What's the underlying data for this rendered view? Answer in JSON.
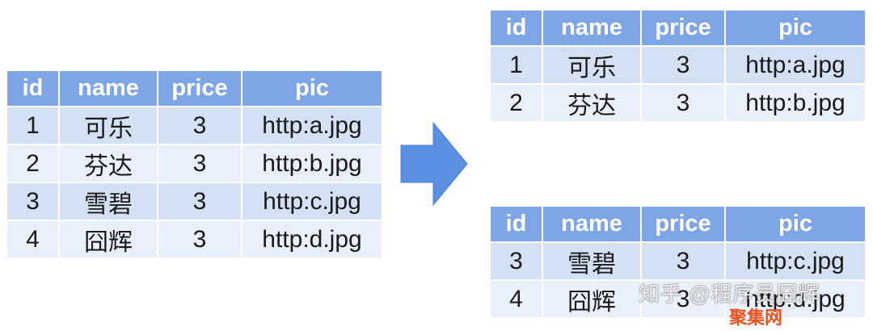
{
  "headers": [
    "id",
    "name",
    "price",
    "pic"
  ],
  "left_table": {
    "rows": [
      {
        "id": "1",
        "name": "可乐",
        "price": "3",
        "pic": "http:a.jpg"
      },
      {
        "id": "2",
        "name": "芬达",
        "price": "3",
        "pic": "http:b.jpg"
      },
      {
        "id": "3",
        "name": "雪碧",
        "price": "3",
        "pic": "http:c.jpg"
      },
      {
        "id": "4",
        "name": "囧辉",
        "price": "3",
        "pic": "http:d.jpg"
      }
    ]
  },
  "right_top_table": {
    "rows": [
      {
        "id": "1",
        "name": "可乐",
        "price": "3",
        "pic": "http:a.jpg"
      },
      {
        "id": "2",
        "name": "芬达",
        "price": "3",
        "pic": "http:b.jpg"
      }
    ]
  },
  "right_bottom_table": {
    "rows": [
      {
        "id": "3",
        "name": "雪碧",
        "price": "3",
        "pic": "http:c.jpg"
      },
      {
        "id": "4",
        "name": "囧辉",
        "price": "3",
        "pic": "http:d.jpg"
      }
    ]
  },
  "arrow": {
    "direction": "right",
    "color": "#5b8fe0",
    "icon": "right-arrow-icon"
  },
  "watermark": {
    "text": "知乎 @程序员囧辉",
    "sub_text": "聚集网",
    "sub_color": "#e8521e"
  },
  "colors": {
    "header_bg": "#7ea6e6",
    "row_odd_bg": "#d4e0f4",
    "row_even_bg": "#eaf0f9"
  }
}
